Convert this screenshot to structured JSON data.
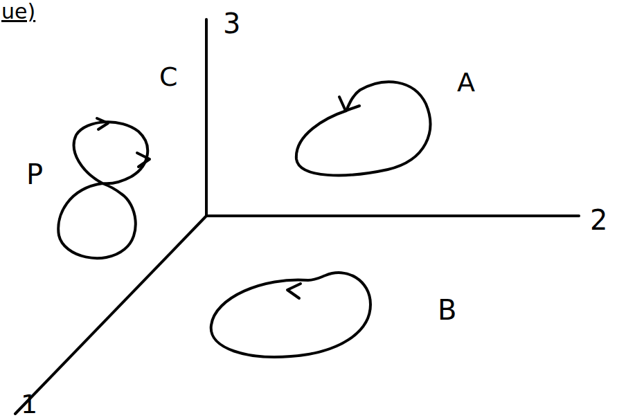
{
  "diagram": {
    "labels": [
      "ue)",
      "3",
      "2",
      "1",
      "A",
      "B",
      "P",
      "C"
    ]
  }
}
